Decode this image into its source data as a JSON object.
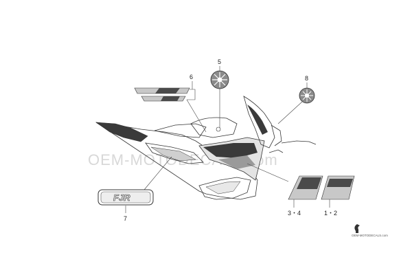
{
  "watermark": {
    "text": "OEM-MOTODECALS.com",
    "footer_text": "OEM-MOTODECALS.com"
  },
  "callouts": [
    {
      "id": "c6",
      "label": "6"
    },
    {
      "id": "c5",
      "label": "5"
    },
    {
      "id": "c8",
      "label": "8"
    },
    {
      "id": "c7",
      "label": "7"
    },
    {
      "id": "c34",
      "label": "3・4"
    },
    {
      "id": "c12",
      "label": "1・2"
    }
  ],
  "emblem_logo": "FJR",
  "colors": {
    "line": "#333333",
    "dark_fill": "#3a3a3a",
    "mid_fill": "#8a8a8a",
    "light_fill": "#c8c8c8",
    "watermark": "#d8d8d8"
  }
}
